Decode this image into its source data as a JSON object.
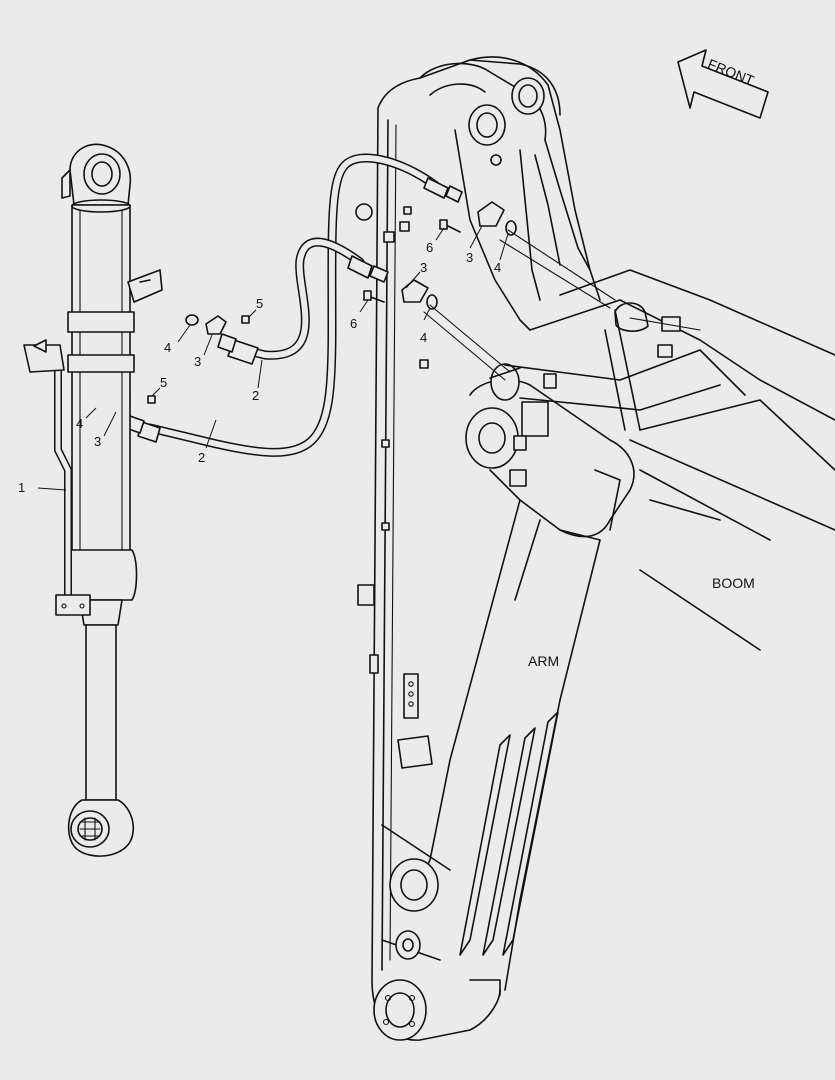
{
  "labels": {
    "front": "FRONT",
    "boom": "BOOM",
    "arm": "ARM"
  },
  "callouts": {
    "c1": "1",
    "c2a": "2",
    "c2b": "2",
    "c3a": "3",
    "c3b": "3",
    "c3c": "3",
    "c3d": "3",
    "c4a": "4",
    "c4b": "4",
    "c4c": "4",
    "c4d": "4",
    "c5a": "5",
    "c5b": "5",
    "c6a": "6",
    "c6b": "6"
  },
  "colors": {
    "background": "#ebebeb",
    "line": "#111111"
  }
}
